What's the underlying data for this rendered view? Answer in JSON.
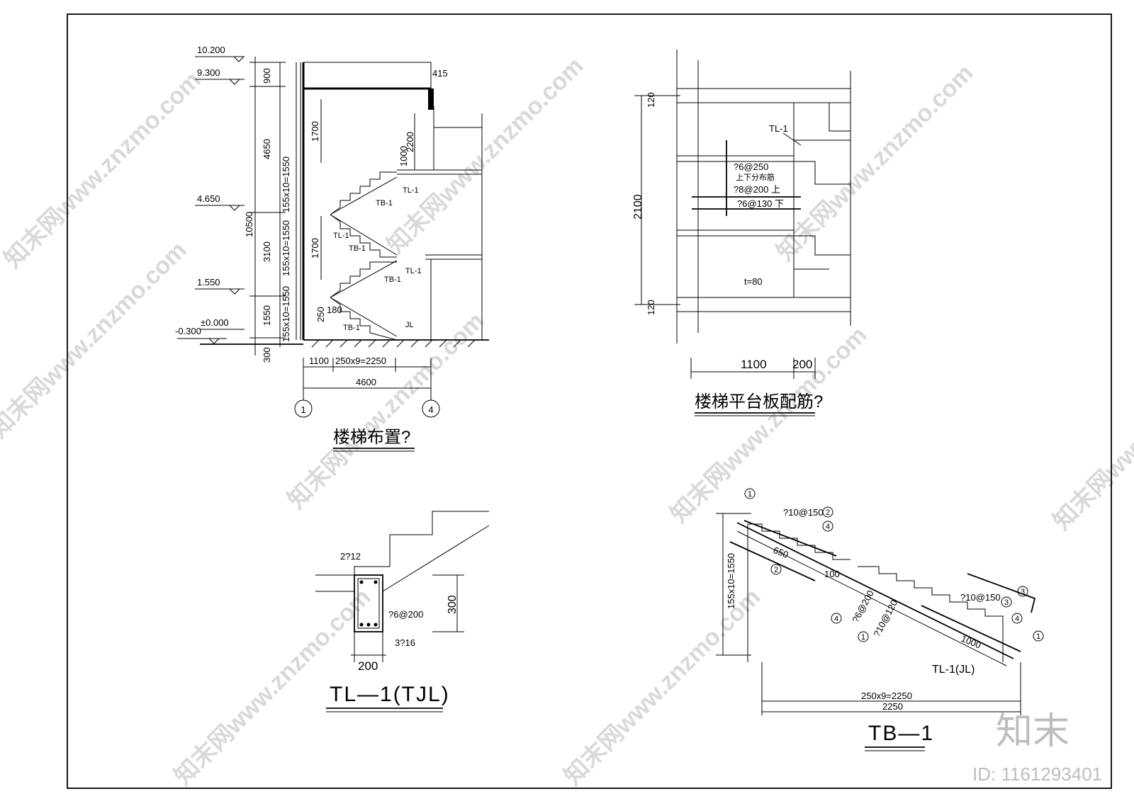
{
  "stair_layout": {
    "title": "楼梯布置?",
    "elevations": [
      "10.200",
      "9.300",
      "4.650",
      "1.550",
      "±0.000",
      "-0.300"
    ],
    "left_dims": [
      "900",
      "4650",
      "10500",
      "3100",
      "1550",
      "300"
    ],
    "flight_dims": [
      "155x10=1550",
      "155x10=1550",
      "155x10=1550"
    ],
    "inner_dims": [
      "1700",
      "1700",
      "2200",
      "1000",
      "250",
      "180"
    ],
    "top_dim": "415",
    "member_labels": [
      "TL-1",
      "TB-1",
      "TL-1",
      "TB-1",
      "TL-1",
      "TB-1",
      "TB-1",
      "JL"
    ],
    "bottom_dims": [
      "1100",
      "250x9=2250",
      "4600"
    ],
    "axes": [
      "1",
      "4"
    ]
  },
  "landing_slab": {
    "title": "楼梯平台板配筋?",
    "dims": [
      "120",
      "2100",
      "120",
      "1100",
      "200"
    ],
    "label_tl": "TL-1",
    "rebar": [
      "?6@250",
      "上下分布筋",
      "?8@200 上",
      "?6@130 下"
    ],
    "thickness": "t=80"
  },
  "beam_section": {
    "title": "TL—1(TJL)",
    "top_bars": "2?12",
    "stirrup": "?6@200",
    "bottom_bars": "3?16",
    "height": "300",
    "width": "200"
  },
  "tb1": {
    "title": "TB—1",
    "labels": [
      "?10@150",
      "650",
      "100",
      "?6@200",
      "?10@120",
      "?10@150",
      "1000",
      "TL-1(JL)"
    ],
    "circles": [
      "1",
      "2",
      "4",
      "2",
      "4",
      "1",
      "3",
      "3",
      "4",
      "1"
    ],
    "left_dim": "155x10=1550",
    "bottom_dims": [
      "250x9=2250",
      "2250"
    ]
  },
  "watermark": {
    "text": "知末网www.znzmo.com",
    "logo": "知末",
    "id": "ID: 1161293401"
  }
}
